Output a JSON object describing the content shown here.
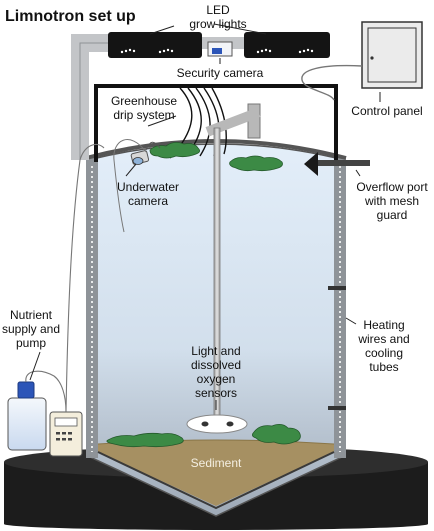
{
  "title": "Limnotron set up",
  "labels": {
    "led": [
      "LED",
      "grow lights"
    ],
    "security_camera": "Security camera",
    "control_panel": "Control panel",
    "greenhouse": [
      "Greenhouse",
      "drip system"
    ],
    "underwater_camera": [
      "Underwater",
      "camera"
    ],
    "overflow": [
      "Overflow port",
      "with mesh",
      "guard"
    ],
    "nutrient": [
      "Nutrient",
      "supply and",
      "pump"
    ],
    "heating": [
      "Heating",
      "wires and",
      "cooling",
      "tubes"
    ],
    "sensors": [
      "Light and",
      "dissolved",
      "oxygen",
      "sensors"
    ],
    "sediment": "Sediment"
  },
  "colors": {
    "water_top": "#dce9f6",
    "water_bottom": "#a3b1c0",
    "tank_wall": "#8e9398",
    "algae": "#3c8a45",
    "sediment": "#a69062",
    "base": "#1c1c1c",
    "light_fixture": "#141414",
    "frame": "#c8cacc"
  }
}
